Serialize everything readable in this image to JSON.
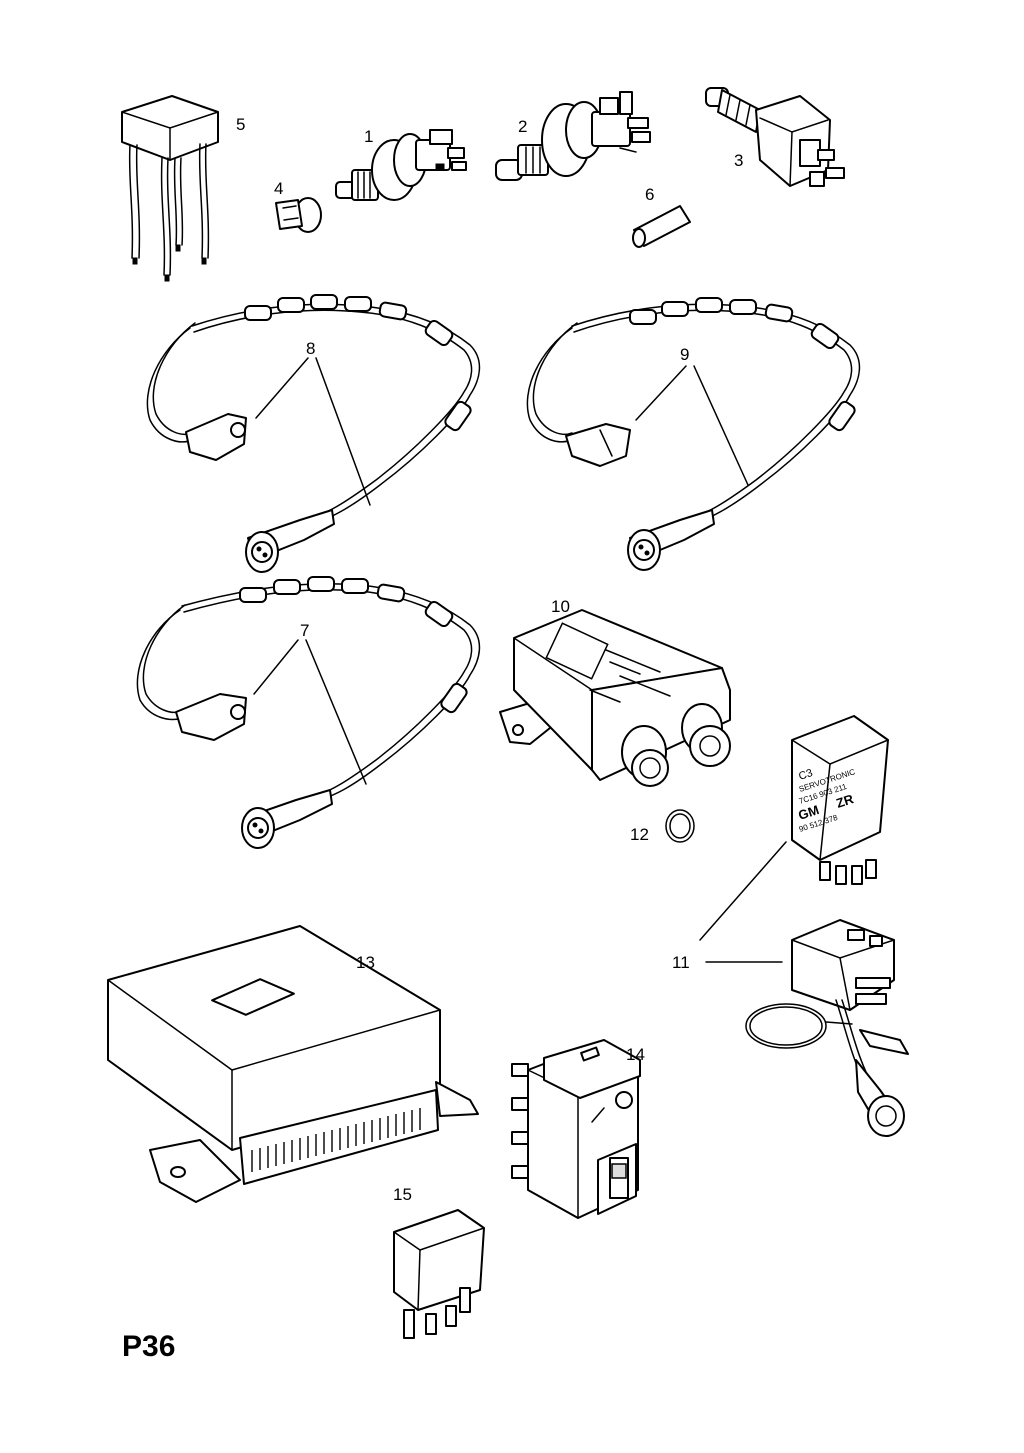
{
  "diagram": {
    "page_code": "P36",
    "callouts": {
      "n1": "1",
      "n2": "2",
      "n3": "3",
      "n4": "4",
      "n5": "5",
      "n6": "6",
      "n7": "7",
      "n8": "8",
      "n9": "9",
      "n10": "10",
      "n11": "11",
      "n12": "12",
      "n13": "13",
      "n14": "14",
      "n15": "15"
    },
    "relay_11_markings": {
      "line1": "C3",
      "line2": "SERVOTRONIC",
      "line3": "7C16 903 211",
      "line4": "GM",
      "line5": "ZR",
      "line6": "90 512 378"
    },
    "colors": {
      "ink": "#000000",
      "paper": "#ffffff"
    }
  }
}
